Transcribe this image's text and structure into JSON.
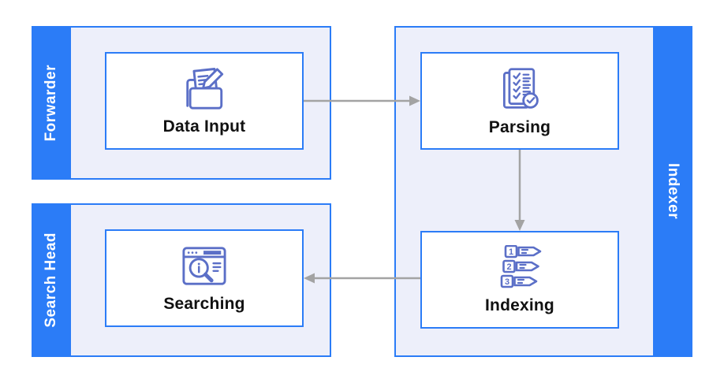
{
  "diagram": {
    "type": "flow-diagram",
    "groups": [
      {
        "id": "forwarder",
        "label": "Forwarder",
        "label_side": "left",
        "nodes": [
          {
            "id": "data-input",
            "label": "Data Input",
            "icon": "folder-document-edit-icon"
          }
        ]
      },
      {
        "id": "indexer",
        "label": "Indexer",
        "label_side": "right",
        "nodes": [
          {
            "id": "parsing",
            "label": "Parsing",
            "icon": "checklist-document-icon"
          },
          {
            "id": "indexing",
            "label": "Indexing",
            "icon": "numbered-tags-icon"
          }
        ]
      },
      {
        "id": "search-head",
        "label": "Search Head",
        "label_side": "left",
        "nodes": [
          {
            "id": "searching",
            "label": "Searching",
            "icon": "browser-search-icon"
          }
        ]
      }
    ],
    "edges": [
      {
        "from": "Data Input",
        "to": "Parsing",
        "direction": "right"
      },
      {
        "from": "Parsing",
        "to": "Indexing",
        "direction": "down"
      },
      {
        "from": "Indexing",
        "to": "Searching",
        "direction": "left"
      }
    ],
    "colors": {
      "accent_blue": "#2b7cf7",
      "panel_bg": "#edeffa",
      "icon_stroke": "#5b6fc7",
      "arrow_gray": "#a3a3a3",
      "node_bg": "#ffffff",
      "label_text": "#111111",
      "side_label_text": "#ffffff"
    }
  }
}
